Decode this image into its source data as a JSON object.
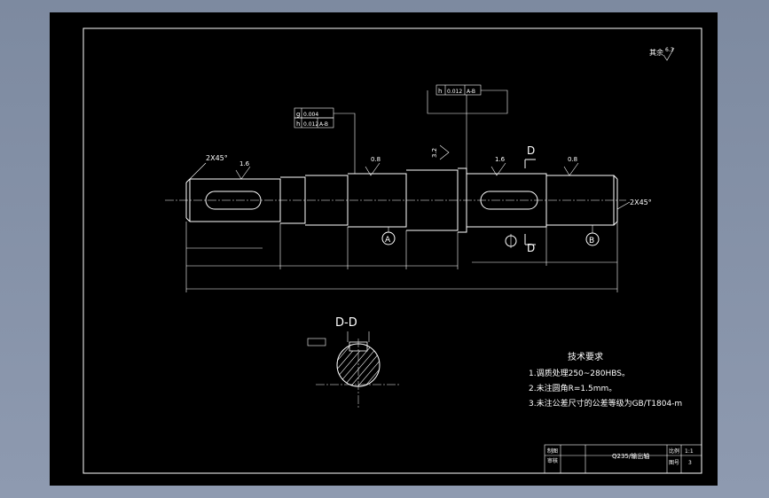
{
  "drawing": {
    "roughness_note": "其余",
    "roughness_value": "6.3",
    "section_title": "D-D",
    "section_mark_top": "D",
    "section_mark_bottom": "D",
    "chamfer_left": "2X45°",
    "chamfer_right": "2X45°",
    "datum_a": "A",
    "datum_b": "B",
    "roughness_labels": [
      "1.6",
      "0.8",
      "1.6",
      "0.8"
    ],
    "shoulder_roughness": "3.2",
    "tolerance_top": {
      "symbol": "h",
      "value": "0.012",
      "datum": "A-B"
    },
    "tolerance_left": [
      {
        "symbol": "g",
        "value": "0.004",
        "datum": ""
      },
      {
        "symbol": "h",
        "value": "0.012",
        "datum": "A-B"
      }
    ],
    "tech_req": {
      "title": "技术要求",
      "items": [
        "1.调质处理250~280HBS。",
        "2.未注圆角R=1.5mm。",
        "3.未注公差尺寸的公差等级为GB/T1804-m"
      ]
    },
    "title_block": {
      "drawn": "制图",
      "checked": "审核",
      "part_name": "Q235/输出轴",
      "scale_label": "比例",
      "scale_value": "1:1",
      "sheet_label": "图号",
      "sheet_value": "3"
    }
  }
}
